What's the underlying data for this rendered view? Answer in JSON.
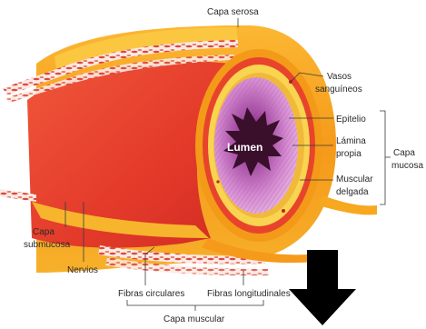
{
  "labels": {
    "capa_serosa": "Capa serosa",
    "vasos_line1": "Vasos",
    "vasos_line2": "sanguíneos",
    "epitelio": "Epitelio",
    "lamina_line1": "Lámina",
    "lamina_line2": "propia",
    "muscular_delgada_line1": "Muscular",
    "muscular_delgada_line2": "delgada",
    "capa_mucosa_line1": "Capa",
    "capa_mucosa_line2": "mucosa",
    "lumen": "Lumen",
    "capa_submucosa_line1": "Capa",
    "capa_submucosa_line2": "submucosa",
    "nervios": "Nervios",
    "fibras_circulares": "Fibras circulares",
    "fibras_longitudinales": "Fibras longitudinales",
    "capa_muscular": "Capa muscular"
  },
  "colors": {
    "serosa_orange": "#f5a21c",
    "serosa_light": "#fbc640",
    "muscle_red": "#e53a2c",
    "muscle_dark": "#c82a22",
    "submucosa_yellow": "#f7d24a",
    "mucosa_pink": "#d98ad0",
    "mucosa_purple": "#a24aa8",
    "lumen_dark": "#3a0f2c",
    "arrow_black": "#000000"
  }
}
